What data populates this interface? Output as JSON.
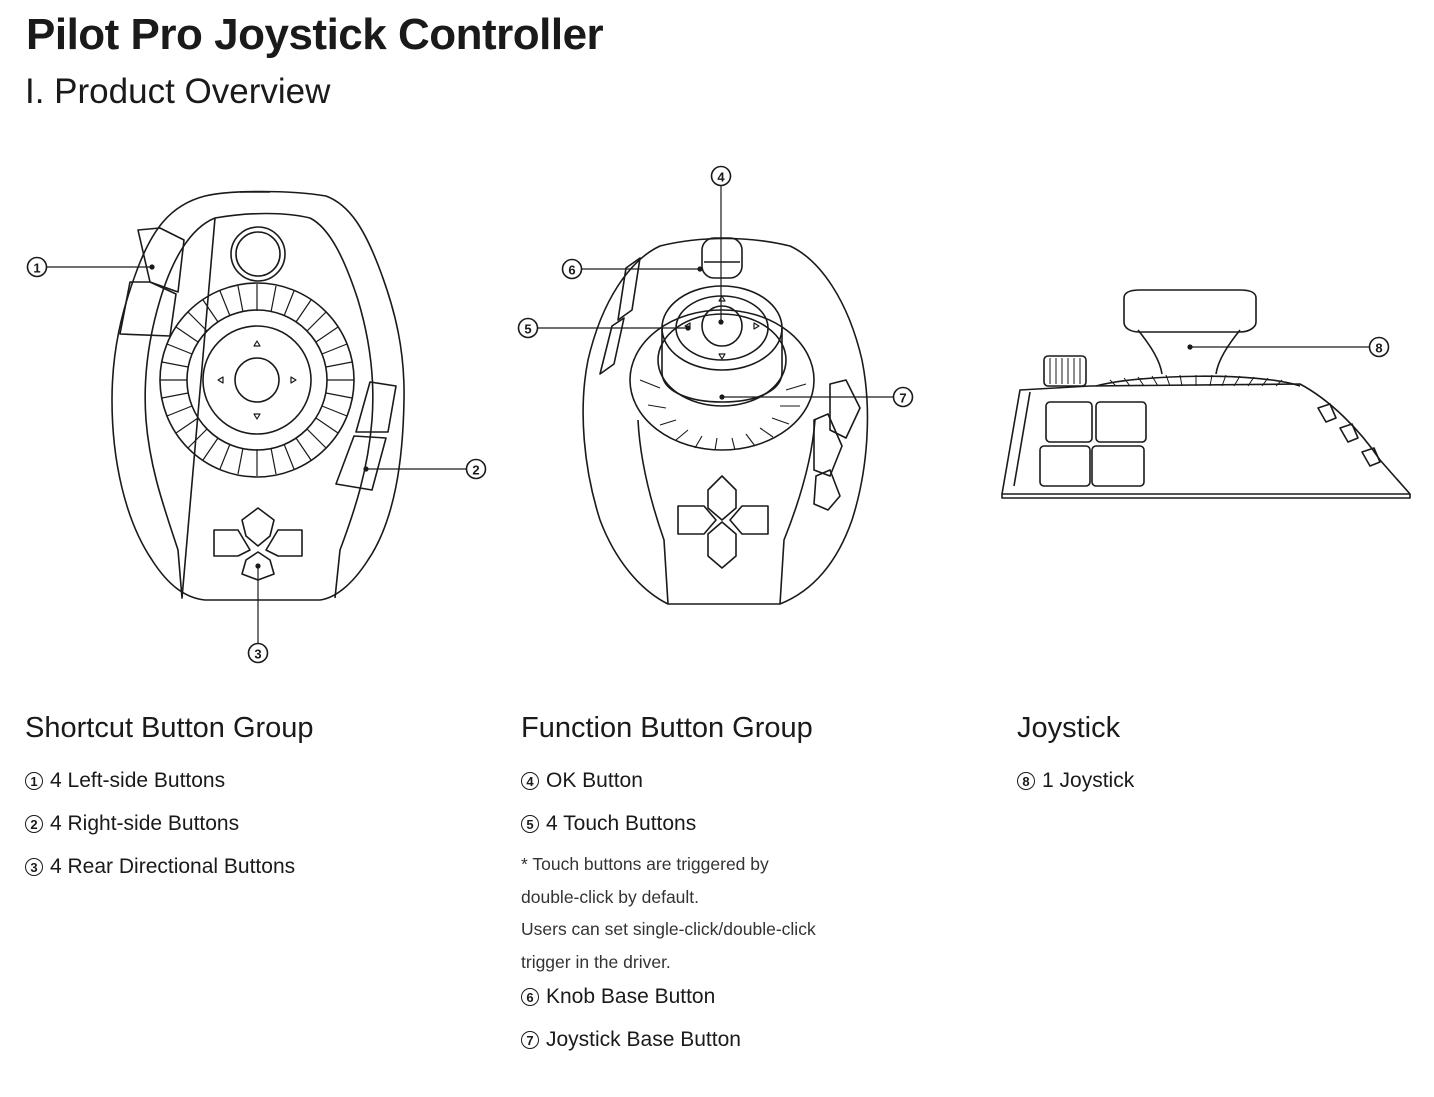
{
  "document": {
    "title": "Pilot Pro Joystick Controller",
    "section": "I. Product Overview"
  },
  "callouts": [
    "1",
    "2",
    "3",
    "4",
    "5",
    "6",
    "7",
    "8"
  ],
  "groups": [
    {
      "heading": "Shortcut Button Group",
      "items": [
        {
          "num": "1",
          "label": "4 Left-side Buttons"
        },
        {
          "num": "2",
          "label": "4 Right-side Buttons"
        },
        {
          "num": "3",
          "label": "4 Rear Directional Buttons"
        }
      ]
    },
    {
      "heading": "Function Button Group",
      "items": [
        {
          "num": "4",
          "label": "OK Button"
        },
        {
          "num": "5",
          "label": "4 Touch Buttons"
        },
        {
          "num": "6",
          "label": "Knob Base Button"
        },
        {
          "num": "7",
          "label": "Joystick Base Button"
        }
      ],
      "note": [
        "* Touch buttons are triggered by",
        "double-click by default.",
        "Users can set single-click/double-click",
        "trigger in the driver."
      ]
    },
    {
      "heading": "Joystick",
      "items": [
        {
          "num": "8",
          "label": "1 Joystick"
        }
      ]
    }
  ]
}
